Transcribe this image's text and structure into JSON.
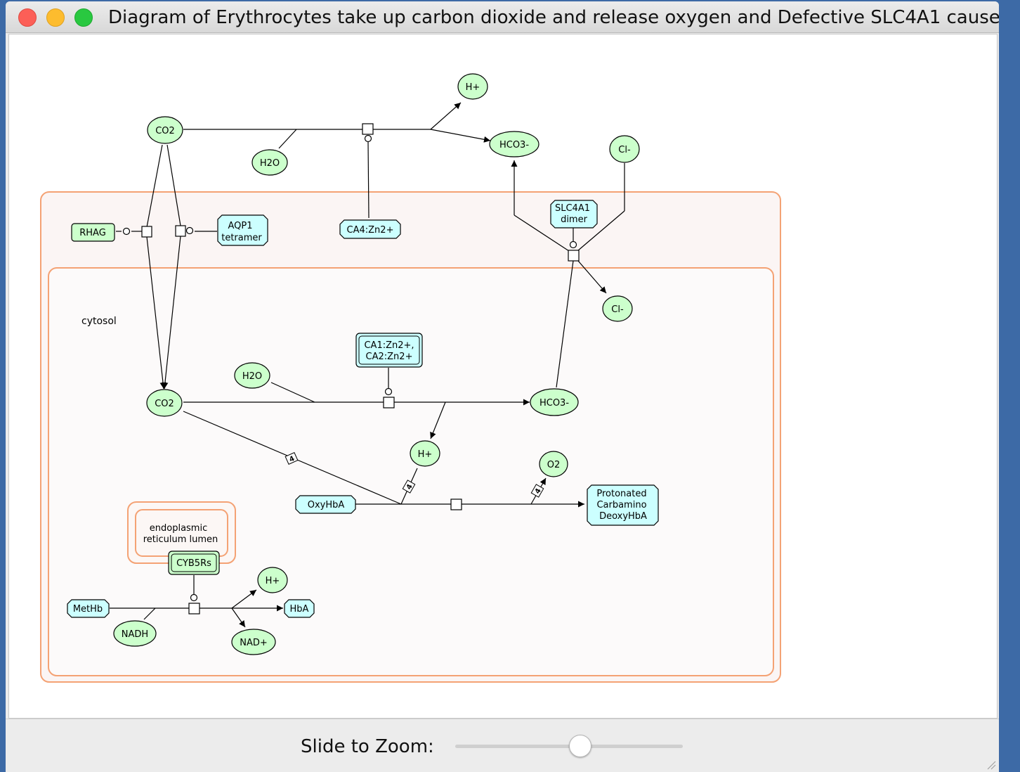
{
  "window": {
    "title": "Diagram of Erythrocytes take up carbon dioxide and release oxygen and Defective SLC4A1 cause..."
  },
  "compartments": {
    "cytosol": "cytosol",
    "er_line1": "endoplasmic",
    "er_line2": "reticulum lumen"
  },
  "nodes": {
    "co2_top": "CO2",
    "h2o_top": "H2O",
    "h_top": "H+",
    "hco3_top": "HCO3-",
    "cl_top": "Cl-",
    "rhag": "RHAG",
    "aqp1_line1": "AQP1",
    "aqp1_line2": "tetramer",
    "ca4": "CA4:Zn2+",
    "slc4a1_line1": "SLC4A1",
    "slc4a1_line2": "dimer",
    "cl_mid": "Cl-",
    "ca12_line1": "CA1:Zn2+,",
    "ca12_line2": "CA2:Zn2+",
    "h2o_cyt": "H2O",
    "co2_cyt": "CO2",
    "hco3_cyt": "HCO3-",
    "h_cyt": "H+",
    "o2": "O2",
    "oxyhba": "OxyHbA",
    "prot_line1": "Protonated",
    "prot_line2": "Carbamino",
    "prot_line3": "DeoxyHbA",
    "cyb5rs": "CYB5Rs",
    "h_bottom": "H+",
    "methb": "MetHb",
    "hba": "HbA",
    "nadh": "NADH",
    "nadplus": "NAD+"
  },
  "stoichiometry": {
    "co2_to_oxy": "4",
    "h_to_oxy": "4",
    "o2_out": "4"
  },
  "zoom": {
    "label": "Slide to Zoom:",
    "value": 0.55
  },
  "colors": {
    "compartment_border": "#f4a274",
    "compartment_fill": "#fbf5f4",
    "small_molecule": "#ccffcc",
    "protein": "#ccffff",
    "complex_green": "#ccffcc"
  }
}
